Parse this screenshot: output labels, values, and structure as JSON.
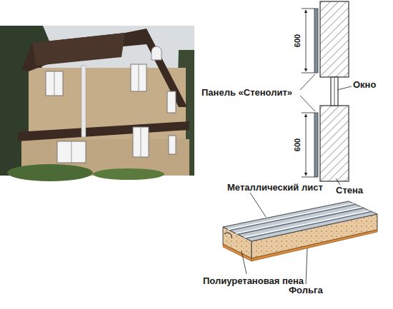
{
  "diagram": {
    "labels": [
      "600",
      "600",
      "Панель «Стенолит»",
      "Окно",
      "Стена",
      "Металлический лист",
      "Полиуретановая пена",
      "Фольга"
    ]
  }
}
